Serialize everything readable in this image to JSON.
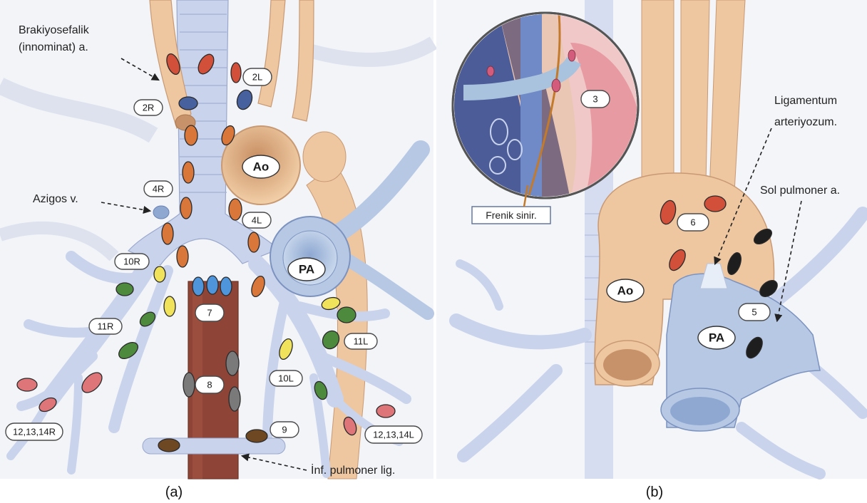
{
  "panels": [
    {
      "id": "a",
      "caption": "(a)"
    },
    {
      "id": "b",
      "caption": "(b)"
    }
  ],
  "panel_a": {
    "annotations": {
      "brakiyosefalik_line1": "Brakiyosefalik",
      "brakiyosefalik_line2": "(innominat) a.",
      "azigos": "Azigos v.",
      "inf_pulmoner": "İnf. pulmoner lig."
    },
    "vessels": {
      "ao": "Ao",
      "pa": "PA"
    },
    "stations": {
      "s2R": "2R",
      "s2L": "2L",
      "s4R": "4R",
      "s4L": "4L",
      "s10R": "10R",
      "s10L": "10L",
      "s11R": "11R",
      "s11L": "11L",
      "s7": "7",
      "s8": "8",
      "s9": "9",
      "s12R": "12,13,14R",
      "s12L": "12,13,14L"
    }
  },
  "panel_b": {
    "annotations": {
      "frenik": "Frenik sinir.",
      "ligamentum_line1": "Ligamentum",
      "ligamentum_line2": "arteriyozum.",
      "sol_pulmoner": "Sol pulmoner a."
    },
    "vessels": {
      "ao": "Ao",
      "pa": "PA"
    },
    "stations": {
      "s3": "3",
      "s5": "5",
      "s6": "6"
    }
  },
  "colors": {
    "airway": "#c9d3ec",
    "aorta": "#eec6a0",
    "pulmonary_artery": "#b6c8e4",
    "esophagus": "#8e4436",
    "node_orange": "#d9773a",
    "node_blue_dark": "#46619e",
    "node_blue_light": "#4f95db",
    "node_yellow": "#f1e25c",
    "node_green": "#4d8a3d",
    "node_pink": "#de7579",
    "node_red": "#d24b35",
    "node_gray": "#7a7a7a",
    "node_brown": "#6e4822",
    "node_black": "#1e1e1e"
  }
}
